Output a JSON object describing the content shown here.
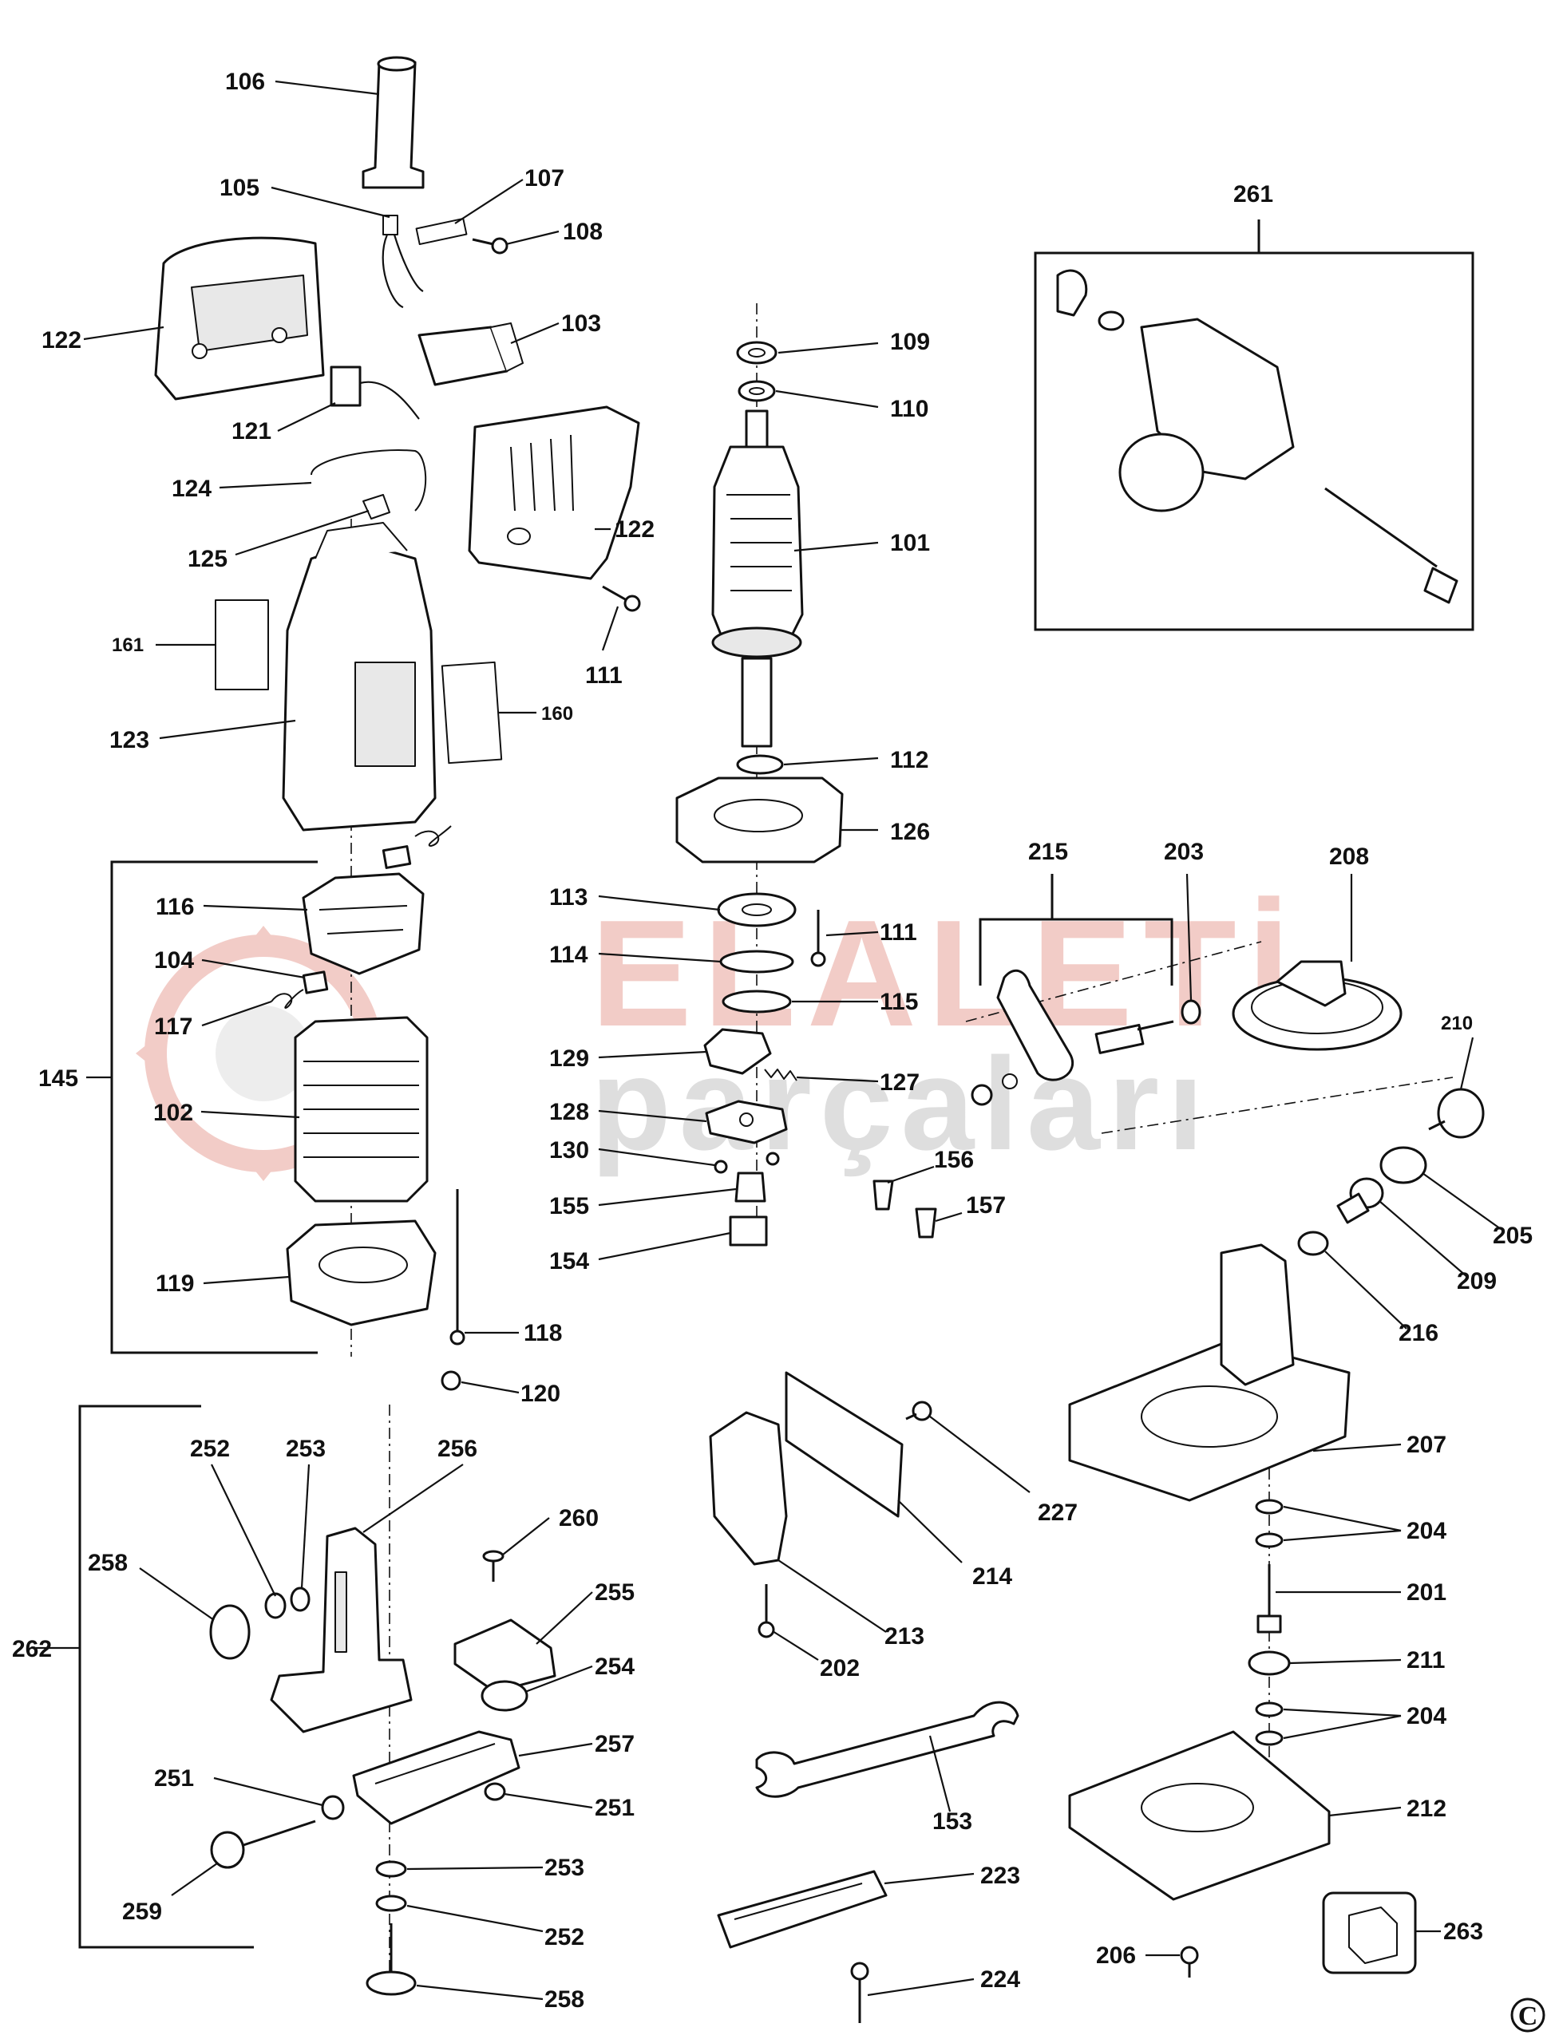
{
  "watermark": {
    "line1": "ELALETİ",
    "line2": "parçaları",
    "line1_color": "#e8a39a",
    "line2_color": "#c4c4c4"
  },
  "copyright_mark": "C",
  "groups": [
    {
      "id": "261",
      "label": "261"
    },
    {
      "id": "145",
      "label": "145"
    },
    {
      "id": "262",
      "label": "262"
    },
    {
      "id": "215",
      "label": "215"
    }
  ],
  "parts": [
    {
      "id": "106",
      "label": "106"
    },
    {
      "id": "105",
      "label": "105"
    },
    {
      "id": "107",
      "label": "107"
    },
    {
      "id": "108",
      "label": "108"
    },
    {
      "id": "122a",
      "label": "122"
    },
    {
      "id": "103",
      "label": "103"
    },
    {
      "id": "121",
      "label": "121"
    },
    {
      "id": "124",
      "label": "124"
    },
    {
      "id": "122b",
      "label": "122"
    },
    {
      "id": "125",
      "label": "125"
    },
    {
      "id": "161",
      "label": "161"
    },
    {
      "id": "111a",
      "label": "111"
    },
    {
      "id": "160",
      "label": "160"
    },
    {
      "id": "123",
      "label": "123"
    },
    {
      "id": "116",
      "label": "116"
    },
    {
      "id": "104",
      "label": "104"
    },
    {
      "id": "117",
      "label": "117"
    },
    {
      "id": "102",
      "label": "102"
    },
    {
      "id": "119",
      "label": "119"
    },
    {
      "id": "118",
      "label": "118"
    },
    {
      "id": "120",
      "label": "120"
    },
    {
      "id": "109",
      "label": "109"
    },
    {
      "id": "110",
      "label": "110"
    },
    {
      "id": "101",
      "label": "101"
    },
    {
      "id": "112",
      "label": "112"
    },
    {
      "id": "126",
      "label": "126"
    },
    {
      "id": "113",
      "label": "113"
    },
    {
      "id": "111b",
      "label": "111"
    },
    {
      "id": "114",
      "label": "114"
    },
    {
      "id": "115",
      "label": "115"
    },
    {
      "id": "129",
      "label": "129"
    },
    {
      "id": "127",
      "label": "127"
    },
    {
      "id": "128",
      "label": "128"
    },
    {
      "id": "130",
      "label": "130"
    },
    {
      "id": "155",
      "label": "155"
    },
    {
      "id": "154",
      "label": "154"
    },
    {
      "id": "156",
      "label": "156"
    },
    {
      "id": "157",
      "label": "157"
    },
    {
      "id": "203",
      "label": "203"
    },
    {
      "id": "208",
      "label": "208"
    },
    {
      "id": "210",
      "label": "210"
    },
    {
      "id": "205",
      "label": "205"
    },
    {
      "id": "209",
      "label": "209"
    },
    {
      "id": "216",
      "label": "216"
    },
    {
      "id": "207",
      "label": "207"
    },
    {
      "id": "204a",
      "label": "204"
    },
    {
      "id": "201",
      "label": "201"
    },
    {
      "id": "211",
      "label": "211"
    },
    {
      "id": "204b",
      "label": "204"
    },
    {
      "id": "212",
      "label": "212"
    },
    {
      "id": "263",
      "label": "263"
    },
    {
      "id": "206",
      "label": "206"
    },
    {
      "id": "227",
      "label": "227"
    },
    {
      "id": "214",
      "label": "214"
    },
    {
      "id": "213",
      "label": "213"
    },
    {
      "id": "202",
      "label": "202"
    },
    {
      "id": "153",
      "label": "153"
    },
    {
      "id": "223",
      "label": "223"
    },
    {
      "id": "224",
      "label": "224"
    },
    {
      "id": "252a",
      "label": "252"
    },
    {
      "id": "253a",
      "label": "253"
    },
    {
      "id": "256",
      "label": "256"
    },
    {
      "id": "260",
      "label": "260"
    },
    {
      "id": "258a",
      "label": "258"
    },
    {
      "id": "255",
      "label": "255"
    },
    {
      "id": "254",
      "label": "254"
    },
    {
      "id": "257",
      "label": "257"
    },
    {
      "id": "251a",
      "label": "251"
    },
    {
      "id": "251b",
      "label": "251"
    },
    {
      "id": "259",
      "label": "259"
    },
    {
      "id": "253b",
      "label": "253"
    },
    {
      "id": "252b",
      "label": "252"
    },
    {
      "id": "258b",
      "label": "258"
    }
  ]
}
